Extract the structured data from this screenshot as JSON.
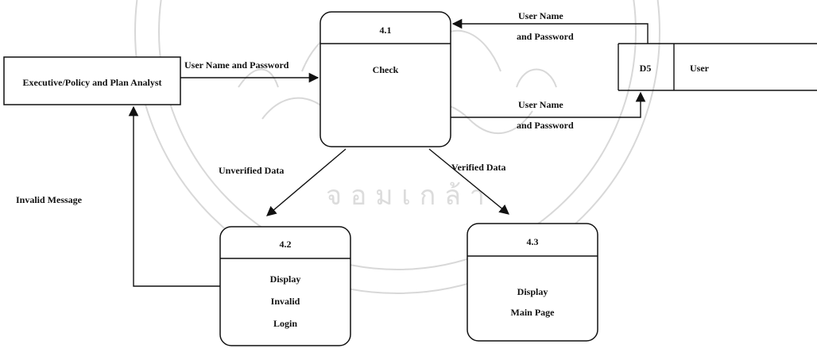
{
  "external_entity": {
    "label": "Executive/Policy and Plan Analyst"
  },
  "processes": [
    {
      "id": "4.1",
      "lines": [
        "Check"
      ]
    },
    {
      "id": "4.2",
      "lines": [
        "Display",
        "Invalid",
        "Login"
      ]
    },
    {
      "id": "4.3",
      "lines": [
        "Display",
        "Main Page"
      ]
    }
  ],
  "data_store": {
    "id": "D5",
    "name": "User"
  },
  "flows": {
    "entity_to_check": "User Name and Password",
    "store_to_check": [
      "User Name",
      "and Password"
    ],
    "check_to_store": [
      "User Name",
      "and Password"
    ],
    "check_to_invalid": "Unverified Data",
    "check_to_main": "Verified Data",
    "invalid_to_entity": "Invalid Message"
  },
  "colors": {
    "ink": "#111111",
    "watermark": "#d8d8d8"
  }
}
